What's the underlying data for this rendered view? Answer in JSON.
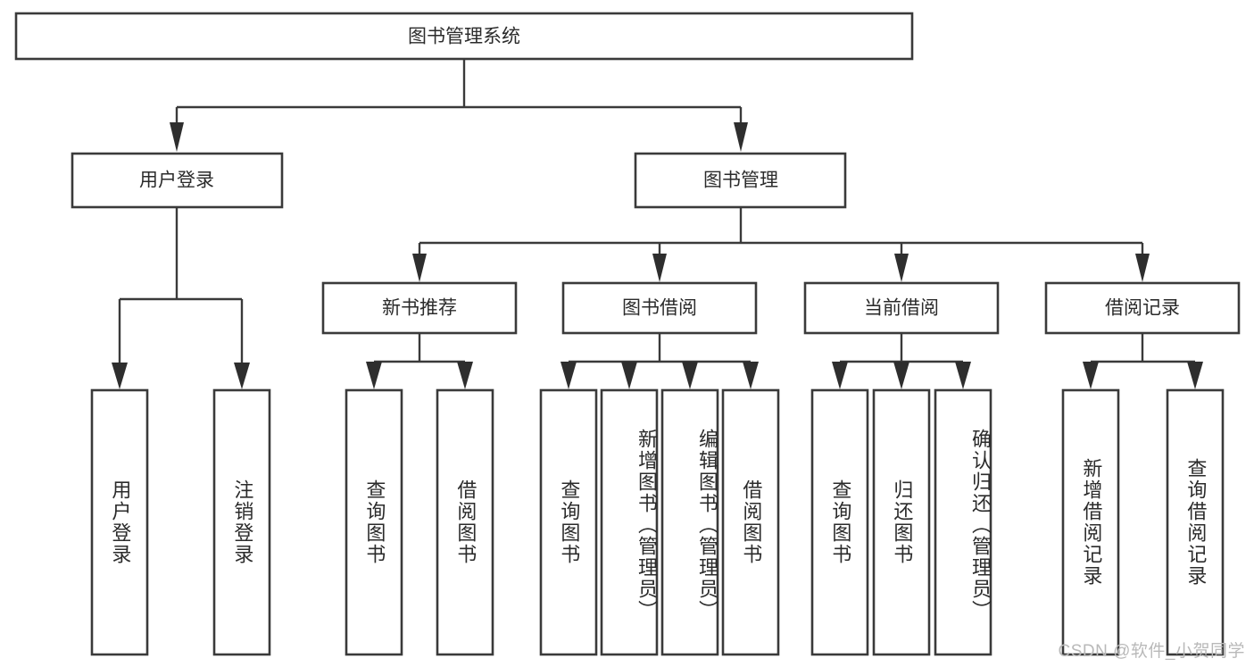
{
  "title": "图书管理系统",
  "watermark": "CSDN @软件_小贺同学",
  "diagram": {
    "type": "tree",
    "orientation": "top-down",
    "root": {
      "label": "图书管理系统"
    },
    "level2": [
      {
        "label": "用户登录"
      },
      {
        "label": "图书管理"
      }
    ],
    "level3": [
      {
        "label": "新书推荐"
      },
      {
        "label": "图书借阅"
      },
      {
        "label": "当前借阅"
      },
      {
        "label": "借阅记录"
      }
    ],
    "leaves": {
      "user_login": [
        {
          "label": "用户登录"
        },
        {
          "label": "注销登录"
        }
      ],
      "new_book_recommend": [
        {
          "label": "查询图书"
        },
        {
          "label": "借阅图书"
        }
      ],
      "book_borrow": [
        {
          "label": "查询图书"
        },
        {
          "label": "新增图书（管理员）"
        },
        {
          "label": "编辑图书（管理员）"
        },
        {
          "label": "借阅图书"
        }
      ],
      "current_borrow": [
        {
          "label": "查询图书"
        },
        {
          "label": "归还图书"
        },
        {
          "label": "确认归还（管理员）"
        }
      ],
      "borrow_record": [
        {
          "label": "新增借阅记录"
        },
        {
          "label": "查询借阅记录"
        }
      ]
    }
  },
  "colors": {
    "box_stroke": "#3a3a3a",
    "line": "#3a3a3a",
    "text": "#2b2b2b",
    "background": "#ffffff",
    "watermark": "#b9b9b9"
  }
}
